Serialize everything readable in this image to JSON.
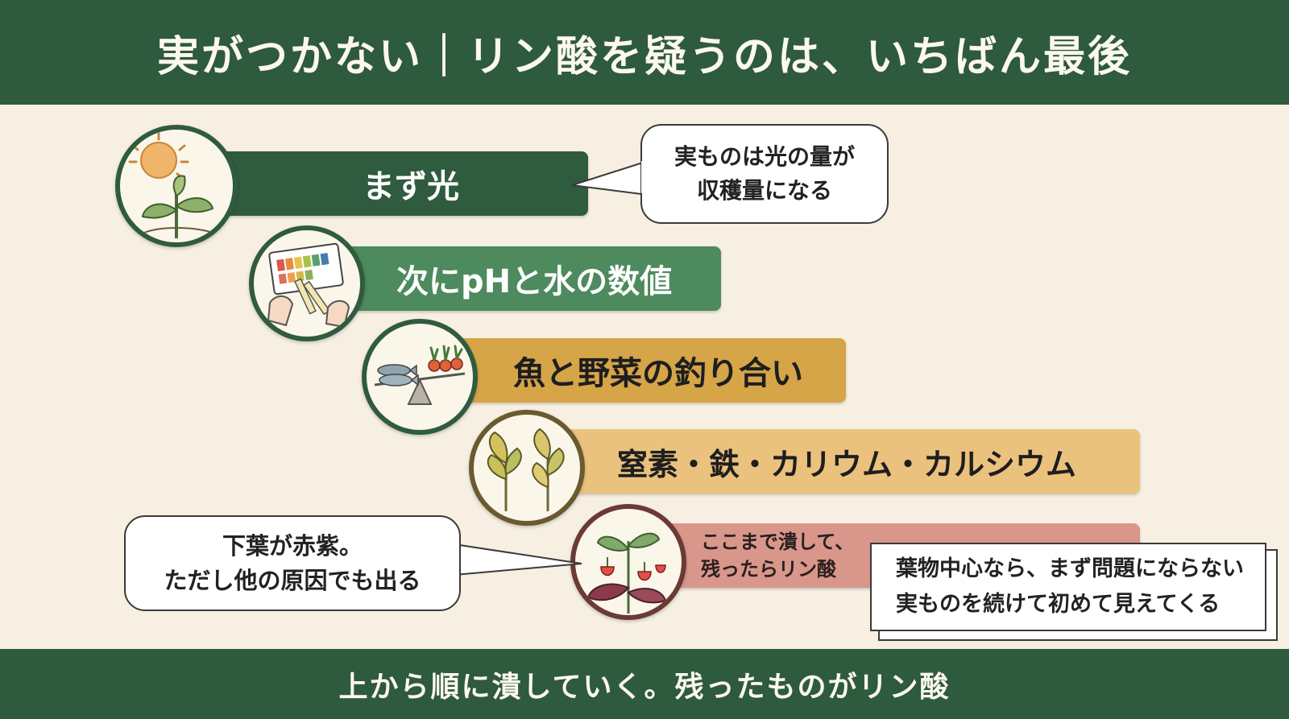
{
  "header": {
    "title": "実がつかない｜リン酸を疑うのは、いちばん最後"
  },
  "steps": [
    {
      "label": "まず光",
      "color": "#2f5b3f",
      "text_color": "#ffffff",
      "icon": "sun-plant-icon"
    },
    {
      "label": "次にpHと水の数値",
      "color": "#4d8a5d",
      "text_color": "#ffffff",
      "icon": "ph-test-strip-icon"
    },
    {
      "label": "魚と野菜の釣り合い",
      "color": "#d6a548",
      "text_color": "#1e1e1e",
      "icon": "fish-vegetable-scale-icon"
    },
    {
      "label": "窒素・鉄・カリウム・カルシウム",
      "color": "#ebc27d",
      "text_color": "#1e1e1e",
      "icon": "yellow-leaves-icon"
    },
    {
      "label_lines": [
        "ここまで潰して、",
        "残ったらリン酸"
      ],
      "color": "#d9978b",
      "text_color": "#2a1f1f",
      "icon": "strawberry-plant-icon"
    }
  ],
  "callouts": {
    "light": [
      "実ものは光の量が",
      "収穫量になる"
    ],
    "leaf": [
      "下葉が赤紫。",
      "ただし他の原因でも出る"
    ],
    "note": [
      "葉物中心なら、まず問題にならない",
      "実ものを続けて初めて見えてくる"
    ]
  },
  "footer": {
    "text": "上から順に潰していく。残ったものがリン酸"
  }
}
